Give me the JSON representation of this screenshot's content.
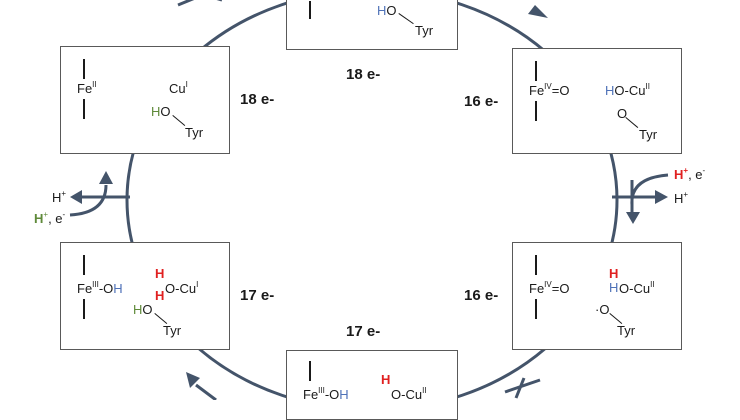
{
  "colors": {
    "cycle": "#44546a",
    "blue_h": "#4f72b8",
    "green_h": "#5f8a3a",
    "red_h": "#e02020"
  },
  "counts": {
    "top": "18 e-",
    "upper_left": "18 e-",
    "upper_right": "16 e-",
    "lower_right": "16 e-",
    "bottom": "17 e-",
    "lower_left": "17 e-"
  },
  "boxes": {
    "top": {
      "h": "H",
      "o": "O",
      "tyr": "Tyr"
    },
    "upper_left": {
      "fe": "Fe",
      "fe_ox": "II",
      "cu": "Cu",
      "cu_ox": "I",
      "h": "H",
      "o": "O",
      "tyr": "Tyr"
    },
    "upper_right": {
      "fe": "Fe",
      "fe_ox": "IV",
      "fe_lig": "=O",
      "h": "H",
      "o": "O",
      "cu": "-Cu",
      "cu_ox": "II",
      "o2": "O",
      "tyr": "Tyr"
    },
    "lower_right": {
      "fe": "Fe",
      "fe_ox": "IV",
      "fe_lig": "=O",
      "h_red": "H",
      "h_blue": "H",
      "o": "O",
      "cu": "-Cu",
      "cu_ox": "II",
      "rad": "·O",
      "tyr": "Tyr"
    },
    "lower_left": {
      "fe": "Fe",
      "fe_ox": "III",
      "fe_oh": "-O",
      "fe_h": "H",
      "h_red1": "H",
      "h_red2": "H",
      "o": "O",
      "cu": "-Cu",
      "cu_ox": "I",
      "h": "H",
      "o2": "O",
      "tyr": "Tyr"
    },
    "bottom": {
      "fe": "Fe",
      "fe_ox": "III",
      "fe_oh": "-O",
      "fe_h": "H",
      "h_red": "H",
      "o": "O",
      "cu": "-Cu",
      "cu_ox": "II"
    }
  },
  "transfers": {
    "right": {
      "h_in": "H",
      "h_in_sup": "+",
      "h_in_rest": ", e",
      "h_in_rest_sup": "-",
      "h_out": "H",
      "h_out_sup": "+"
    },
    "left": {
      "h_out": "H",
      "h_out_sup": "+",
      "h_in": "H",
      "h_in_sup": "+",
      "h_in_rest": ", e",
      "h_in_rest_sup": "-"
    }
  }
}
